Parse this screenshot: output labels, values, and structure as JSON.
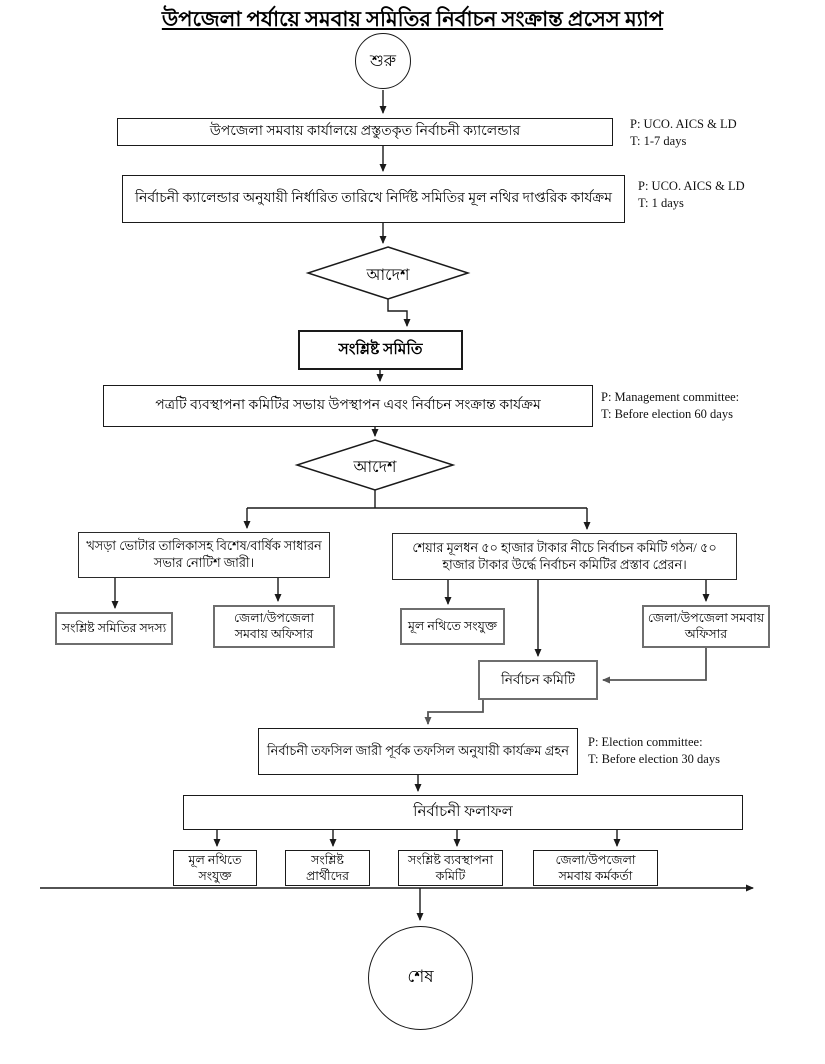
{
  "title": "উপজেলা পর্যায়ে সমবায় সমিতির নির্বাচন সংক্রান্ত প্রসেস ম্যাপ",
  "nodes": {
    "start": "শুরু",
    "calendar": "উপজেলা সমবায় কার্যালয়ে প্রস্তুতকৃত নির্বাচনী ক্যালেন্ডার",
    "official_activity": "নির্বাচনী ক্যালেন্ডার অনুযায়ী নির্ধারিত তারিখে নির্দিষ্ট সমিতির মূল নথির দাপ্তরিক কার্যক্রম",
    "order1": "আদেশ",
    "society": "সংশ্লিষ্ট সমিতি",
    "present_letter": "পত্রটি ব্যবস্থাপনা কমিটির সভায় উপস্থাপন এবং নির্বাচন সংক্রান্ত কার্যক্রম",
    "order2": "আদেশ",
    "notice": "খসড়া ভোটার তালিকাসহ বিশেষ/বার্ষিক সাধারন সভার নোটিশ জারী।",
    "share_capital": "শেয়ার মূলধন ৫০ হাজার টাকার নীচে নির্বাচন কমিটি গঠন/ ৫০ হাজার টাকার উর্দ্ধে নির্বাচন কমিটির প্রস্তাব প্রেরন।",
    "society_member": "সংশ্লিষ্ট সমিতির সদস্য",
    "coop_officer_left": "জেলা/উপজেলা সমবায় অফিসার",
    "attach_main_file": "মূল নথিতে সংযুক্ত",
    "coop_officer_right": "জেলা/উপজেলা সমবায় অফিসার",
    "election_committee": "নির্বাচন কমিটি",
    "schedule": "নির্বাচনী তফসিল জারী পূর্বক তফসিল অনুযায়ী কার্যক্রম গ্রহন",
    "results": "নির্বাচনী ফলাফল",
    "result_main_file": "মূল নথিতে সংযুক্ত",
    "result_candidates": "সংশ্লিষ্ট প্রার্থীদের",
    "result_mgmt_committee": "সংশ্লিষ্ট ব্যবস্থাপনা কমিটি",
    "result_coop_officer": "জেলা/উপজেলা সমবায় কর্মকর্তা",
    "end": "শেষ"
  },
  "annotations": {
    "calendar": {
      "p": "P: UCO. AICS & LD",
      "t": "T: 1-7 days"
    },
    "official_activity": {
      "p": "P: UCO. AICS & LD",
      "t": "T: 1 days"
    },
    "present_letter": {
      "p": "P: Management committee:",
      "t": "T: Before election 60 days"
    },
    "schedule": {
      "p": "P: Election committee:",
      "t": "T: Before election 30 days"
    }
  },
  "colors": {
    "ink": "#1a1a1a",
    "gray_line": "#555555",
    "background": "#ffffff"
  }
}
